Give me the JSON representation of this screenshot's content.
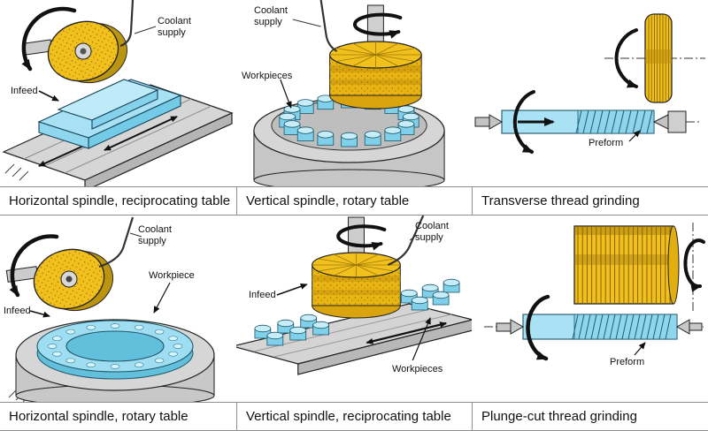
{
  "figure": {
    "panels": [
      {
        "caption": "Horizontal spindle, reciprocating table",
        "labels": {
          "coolant": "Coolant\nsupply",
          "infeed": "Infeed"
        }
      },
      {
        "caption": "Vertical spindle, rotary table",
        "labels": {
          "coolant": "Coolant\nsupply",
          "workpieces": "Workpieces"
        }
      },
      {
        "caption": "Transverse thread grinding",
        "labels": {
          "preform": "Preform"
        }
      },
      {
        "caption": "Horizontal spindle, rotary table",
        "labels": {
          "coolant": "Coolant\nsupply",
          "workpiece": "Workpiece",
          "infeed": "Infeed"
        }
      },
      {
        "caption": "Vertical spindle, reciprocating table",
        "labels": {
          "coolant": "Coolant\nsupply",
          "infeed": "Infeed",
          "workpieces": "Workpieces"
        }
      },
      {
        "caption": "Plunge-cut thread grinding",
        "labels": {
          "preform": "Preform"
        }
      }
    ],
    "colors": {
      "grinding_wheel_yellow": "#F2C01D",
      "workpiece_blue": "#A8E2F4",
      "machine_gray": "#D2D2D2",
      "line_black": "#111111"
    }
  }
}
